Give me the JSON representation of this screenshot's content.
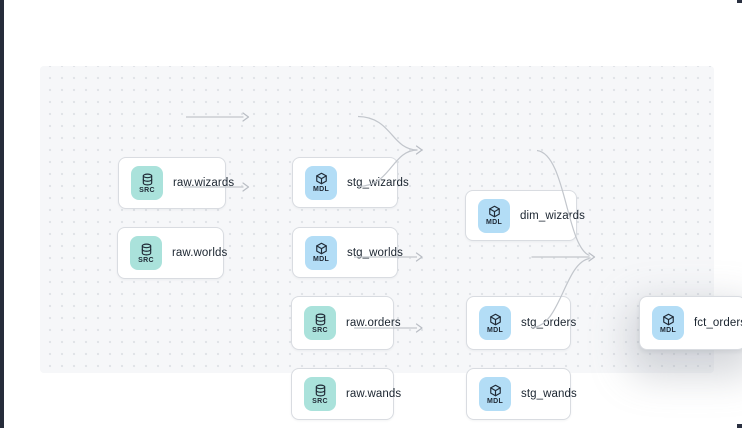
{
  "colors": {
    "canvas_bg": "#f6f7f9",
    "canvas_dot": "#e1e4e8",
    "card_bg": "#ffffff",
    "card_border": "#d9dce1",
    "src_badge_bg": "#aae2db",
    "mdl_badge_bg": "#b3ddf6",
    "edge": "#c2c6cc",
    "text": "#1b2530",
    "window_edge": "#262c3a"
  },
  "nodes": [
    {
      "id": "raw_wizards",
      "label": "raw.wizards",
      "badge": "SRC",
      "type": "source",
      "icon": "database-icon"
    },
    {
      "id": "raw_worlds",
      "label": "raw.worlds",
      "badge": "SRC",
      "type": "source",
      "icon": "database-icon"
    },
    {
      "id": "stg_wizards",
      "label": "stg_wizards",
      "badge": "MDL",
      "type": "model",
      "icon": "cube-icon"
    },
    {
      "id": "stg_worlds",
      "label": "stg_worlds",
      "badge": "MDL",
      "type": "model",
      "icon": "cube-icon"
    },
    {
      "id": "dim_wizards",
      "label": "dim_wizards",
      "badge": "MDL",
      "type": "model",
      "icon": "cube-icon"
    },
    {
      "id": "raw_orders",
      "label": "raw.orders",
      "badge": "SRC",
      "type": "source",
      "icon": "database-icon"
    },
    {
      "id": "stg_orders",
      "label": "stg_orders",
      "badge": "MDL",
      "type": "model",
      "icon": "cube-icon"
    },
    {
      "id": "raw_wands",
      "label": "raw.wands",
      "badge": "SRC",
      "type": "source",
      "icon": "database-icon"
    },
    {
      "id": "stg_wands",
      "label": "stg_wands",
      "badge": "MDL",
      "type": "model",
      "icon": "cube-icon"
    },
    {
      "id": "fct_orders",
      "label": "fct_orders",
      "badge": "MDL",
      "type": "model",
      "icon": "cube-icon",
      "highlighted": true
    }
  ],
  "edges": [
    {
      "from": "raw.wizards",
      "to": "stg_wizards"
    },
    {
      "from": "raw.worlds",
      "to": "stg_worlds"
    },
    {
      "from": "stg_wizards",
      "to": "dim_wizards"
    },
    {
      "from": "stg_worlds",
      "to": "dim_wizards"
    },
    {
      "from": "raw.orders",
      "to": "stg_orders"
    },
    {
      "from": "raw.wands",
      "to": "stg_wands"
    },
    {
      "from": "dim_wizards",
      "to": "fct_orders"
    },
    {
      "from": "stg_orders",
      "to": "fct_orders"
    },
    {
      "from": "stg_wands",
      "to": "fct_orders"
    }
  ]
}
